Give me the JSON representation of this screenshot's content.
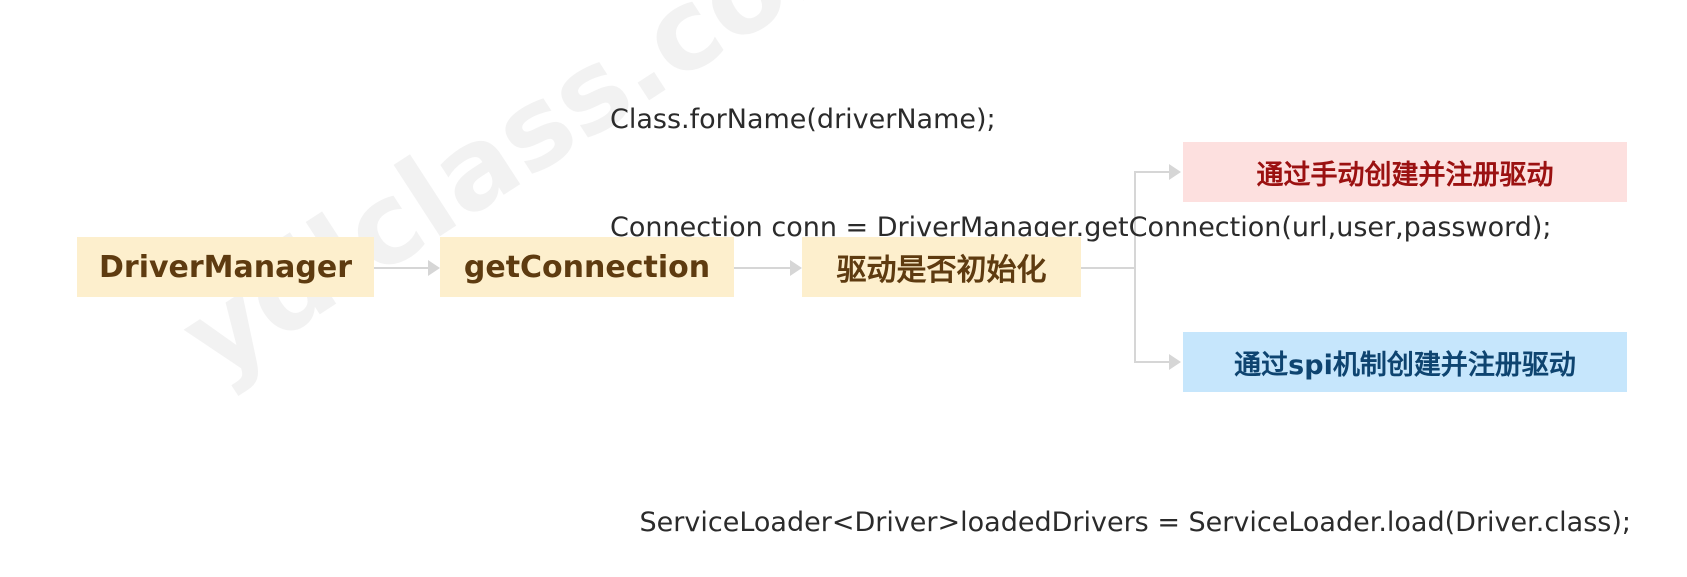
{
  "watermark": "ydlclass.com",
  "code": {
    "top_line1": "Class.forName(driverName);",
    "top_line2": "Connection conn = DriverManager.getConnection(url,user,password);",
    "bottom_line": "ServiceLoader<Driver>loadedDrivers = ServiceLoader.load(Driver.class);"
  },
  "nodes": {
    "driver_manager": "DriverManager",
    "get_connection": "getConnection",
    "driver_init_check": "驱动是否初始化",
    "manual_register": "通过手动创建并注册驱动",
    "spi_register": "通过spi机制创建并注册驱动"
  },
  "colors": {
    "yellow_box": "#fdefcd",
    "yellow_text": "#5e3b10",
    "red_box": "#fde0df",
    "red_text": "#9b1111",
    "blue_box": "#c6e6fc",
    "blue_text": "#0e4470",
    "connector": "#d6d6d6"
  }
}
